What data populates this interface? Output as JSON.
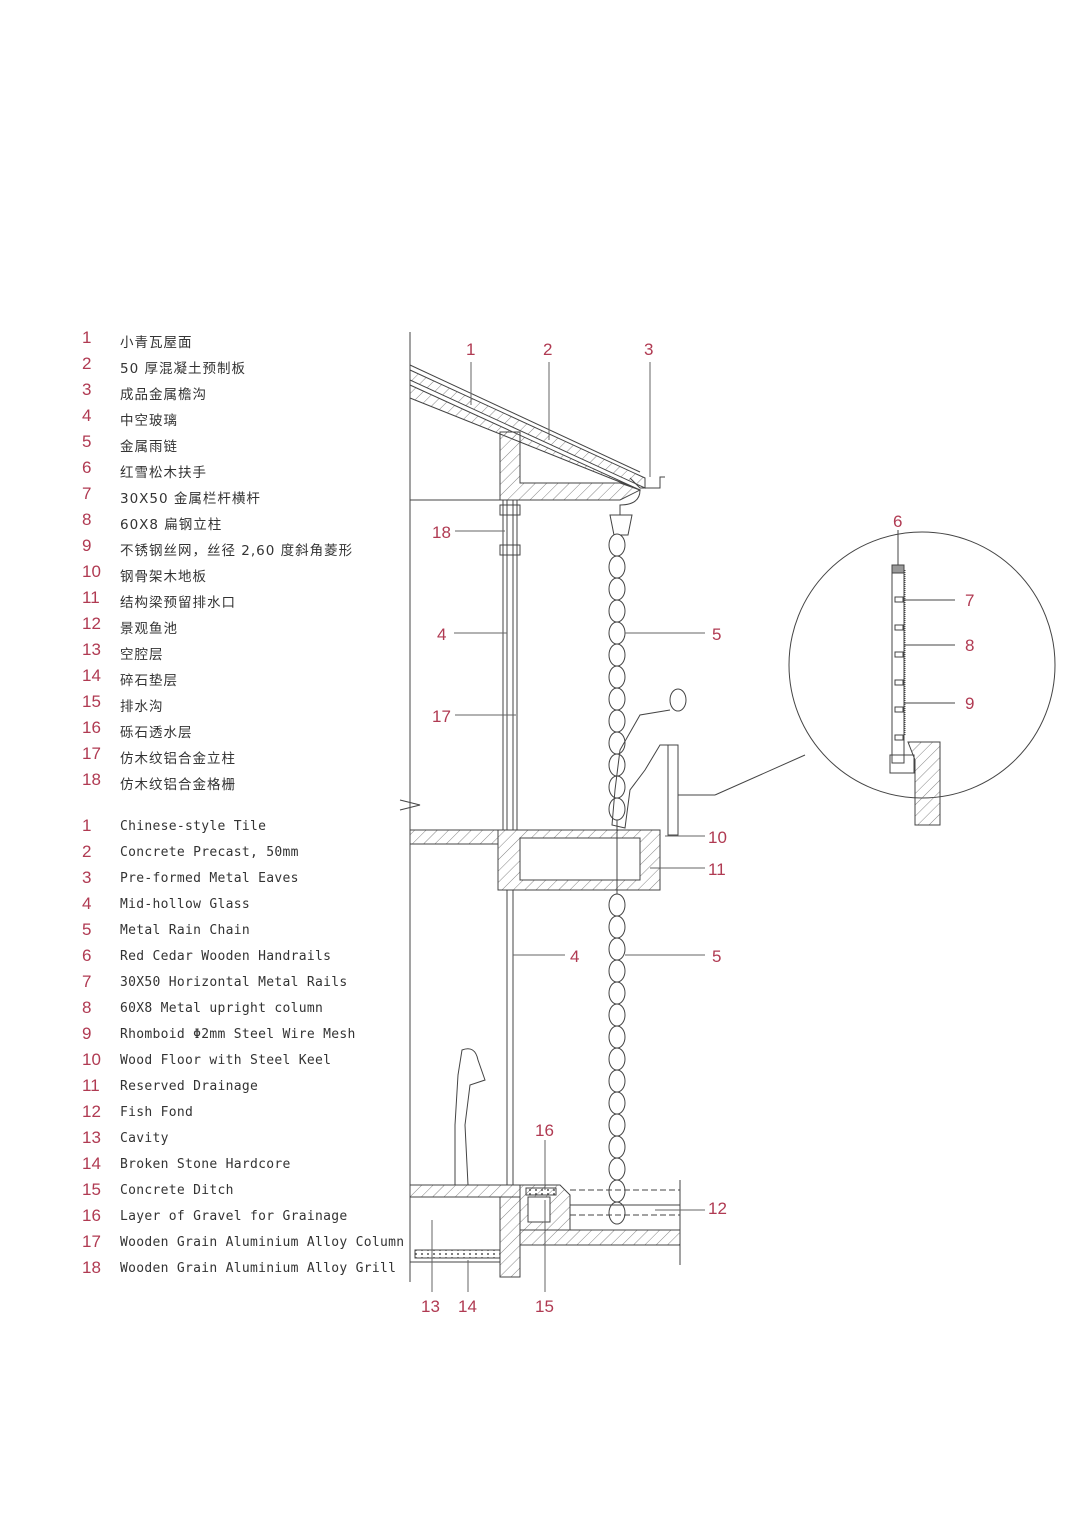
{
  "legend_cn": [
    {
      "num": "1",
      "text": "小青瓦屋面"
    },
    {
      "num": "2",
      "text": "50 厚混凝土预制板"
    },
    {
      "num": "3",
      "text": "成品金属檐沟"
    },
    {
      "num": "4",
      "text": "中空玻璃"
    },
    {
      "num": "5",
      "text": "金属雨链"
    },
    {
      "num": "6",
      "text": "红雪松木扶手"
    },
    {
      "num": "7",
      "text": "30X50 金属栏杆横杆"
    },
    {
      "num": "8",
      "text": "60X8 扁钢立柱"
    },
    {
      "num": "9",
      "text": "不锈钢丝网，丝径 2,60 度斜角菱形"
    },
    {
      "num": "10",
      "text": "钢骨架木地板"
    },
    {
      "num": "11",
      "text": "结构梁预留排水口"
    },
    {
      "num": "12",
      "text": "景观鱼池"
    },
    {
      "num": "13",
      "text": "空腔层"
    },
    {
      "num": "14",
      "text": "碎石垫层"
    },
    {
      "num": "15",
      "text": "排水沟"
    },
    {
      "num": "16",
      "text": "砾石透水层"
    },
    {
      "num": "17",
      "text": "仿木纹铝合金立柱"
    },
    {
      "num": "18",
      "text": "仿木纹铝合金格栅"
    }
  ],
  "legend_en": [
    {
      "num": "1",
      "text": "Chinese-style Tile"
    },
    {
      "num": "2",
      "text": "Concrete Precast, 50mm"
    },
    {
      "num": "3",
      "text": "Pre-formed Metal Eaves"
    },
    {
      "num": "4",
      "text": "Mid-hollow Glass"
    },
    {
      "num": "5",
      "text": "Metal Rain Chain"
    },
    {
      "num": "6",
      "text": "Red Cedar Wooden Handrails"
    },
    {
      "num": "7",
      "text": "30X50 Horizontal Metal Rails"
    },
    {
      "num": "8",
      "text": "60X8 Metal upright column"
    },
    {
      "num": "9",
      "text": "Rhomboid Φ2mm Steel Wire Mesh"
    },
    {
      "num": "10",
      "text": "Wood Floor with Steel Keel"
    },
    {
      "num": "11",
      "text": "Reserved Drainage"
    },
    {
      "num": "12",
      "text": "Fish Fond"
    },
    {
      "num": "13",
      "text": "Cavity"
    },
    {
      "num": "14",
      "text": "Broken Stone Hardcore"
    },
    {
      "num": "15",
      "text": "Concrete Ditch"
    },
    {
      "num": "16",
      "text": "Layer of Gravel for Grainage"
    },
    {
      "num": "17",
      "text": "Wooden Grain Aluminium Alloy Column"
    },
    {
      "num": "18",
      "text": "Wooden Grain Aluminium Alloy Grill"
    }
  ],
  "callouts": {
    "c1": "1",
    "c2": "2",
    "c3": "3",
    "c18": "18",
    "c4a": "4",
    "c5a": "5",
    "c17": "17",
    "c10": "10",
    "c11": "11",
    "c4b": "4",
    "c5b": "5",
    "c16": "16",
    "c12": "12",
    "c13": "13",
    "c14": "14",
    "c15": "15",
    "d6": "6",
    "d7": "7",
    "d8": "8",
    "d9": "9"
  },
  "colors": {
    "label": "#b03a52",
    "line": "#555555",
    "text": "#333333"
  }
}
